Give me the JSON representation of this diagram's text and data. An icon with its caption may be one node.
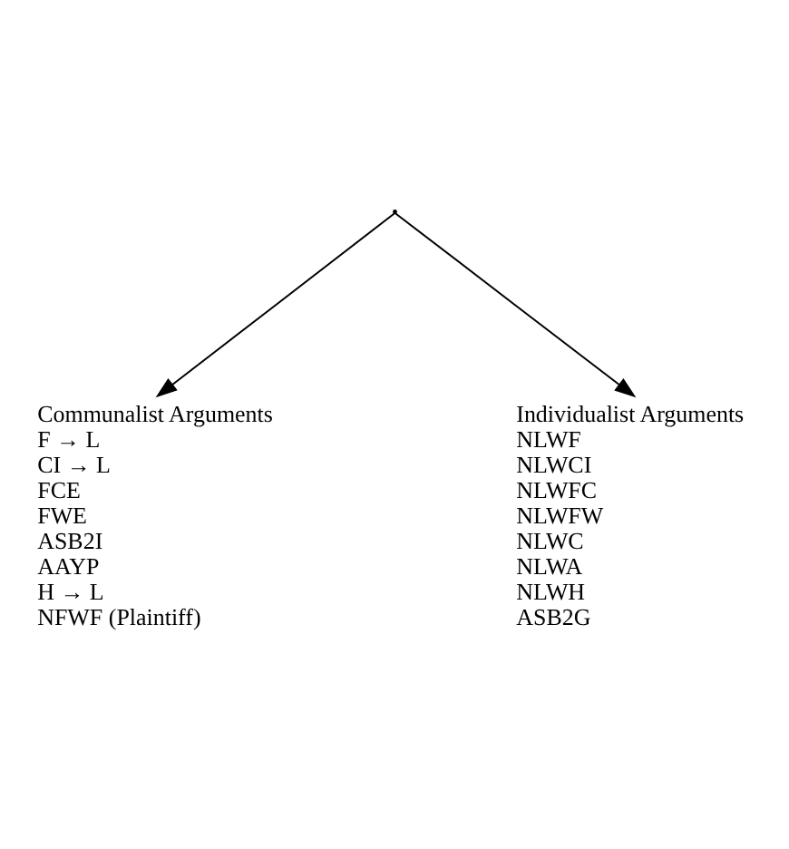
{
  "diagram": {
    "nodes": [
      {
        "text": [],
        "shape": "point"
      },
      {
        "text": [
          "Communalist Arguments",
          "F → L",
          "CI → L",
          "FCE",
          "FWE",
          "ASB2I",
          "AAYP",
          "H → L",
          "NFWF (Plaintiff)"
        ]
      },
      {
        "text": [
          "Individualist Arguments",
          "NLWF",
          "NLWCI",
          "NLWFC",
          "NLWFW",
          "NLWC",
          "NLWA",
          "NLWH",
          "ASB2G"
        ]
      }
    ],
    "edges": [
      {
        "from": 0,
        "to": 1,
        "arrow": "to"
      },
      {
        "from": 0,
        "to": 2,
        "arrow": "to"
      }
    ]
  }
}
